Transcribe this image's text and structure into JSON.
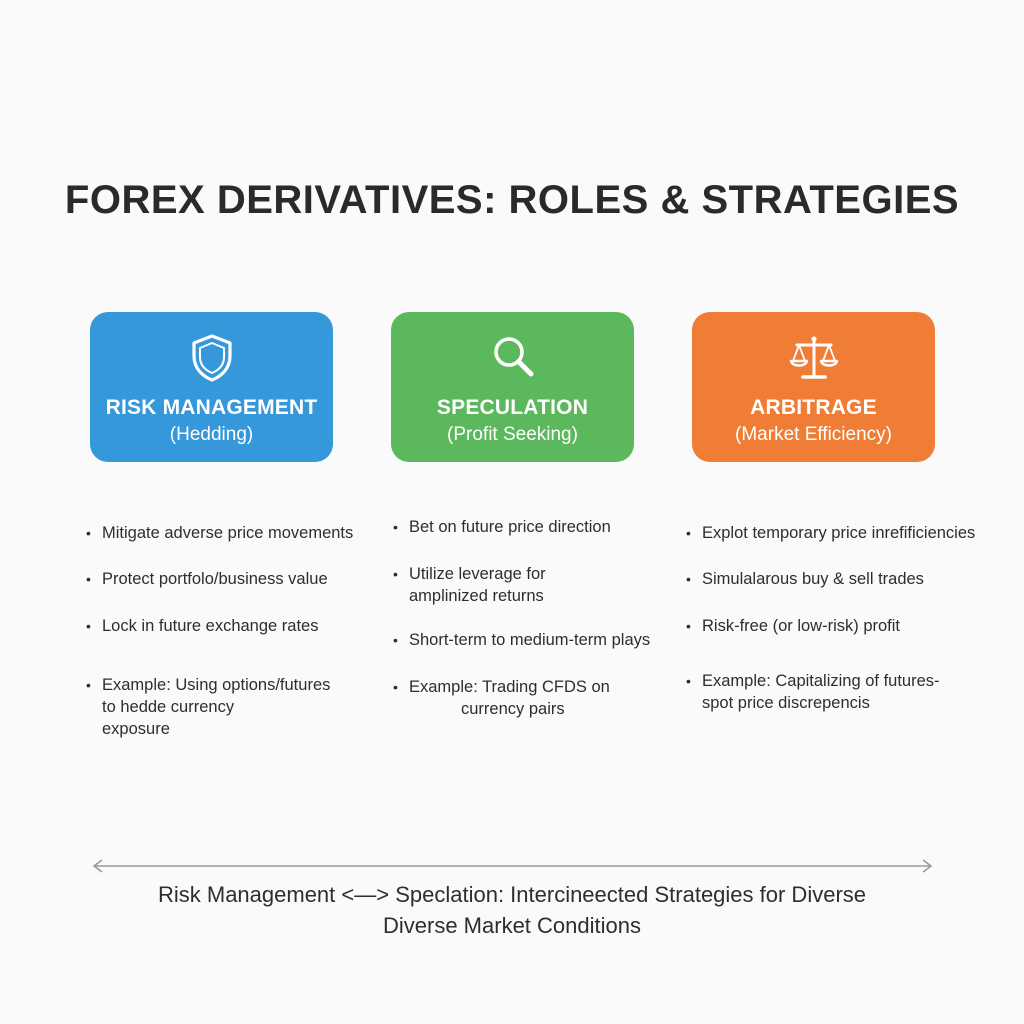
{
  "title": "FOREX DERIVATIVES: ROLES & STRATEGIES",
  "colors": {
    "risk_management": "#3498db",
    "speculation": "#5cb85c",
    "arbitrage": "#f07d35"
  },
  "cards": [
    {
      "icon": "shield-icon",
      "title": "RISK MANAGEMENT",
      "subtitle": "(Hedding)"
    },
    {
      "icon": "magnifier-icon",
      "title": "SPECULATION",
      "subtitle": "(Profit Seeking)"
    },
    {
      "icon": "scales-icon",
      "title": "ARBITRAGE",
      "subtitle": "(Market Efficiency)"
    }
  ],
  "lists": [
    {
      "items": [
        {
          "lines": [
            "Mitigate adverse price movements"
          ]
        },
        {
          "lines": [
            "Protect portfolo/business value"
          ]
        },
        {
          "lines": [
            "Lock in future exchange rates"
          ]
        },
        {
          "lines": [
            "Example: Using options/futures",
            "to hedde currency",
            "exposure"
          ]
        }
      ]
    },
    {
      "items": [
        {
          "lines": [
            "Bet on future price direction"
          ]
        },
        {
          "lines": [
            "Utilize leverage for",
            "amplinized returns"
          ]
        },
        {
          "lines": [
            "Short-term to medium-term plays"
          ]
        },
        {
          "lines": [
            "Example: Trading CFDS on",
            "currency pairs"
          ]
        }
      ]
    },
    {
      "items": [
        {
          "lines": [
            "Explot temporary price inrefificiencies"
          ]
        },
        {
          "lines": [
            "Simulalarous buy & sell trades"
          ]
        },
        {
          "lines": [
            "Risk-free (or low-risk) profit"
          ]
        },
        {
          "lines": [
            "Example: Capitalizing of futures-",
            "spot price discrepencis"
          ]
        }
      ]
    }
  ],
  "footer": {
    "line1": "Risk Management <—> Speclation: Intercineected Strategies for Diverse",
    "line2": "Diverse Market Conditions"
  }
}
